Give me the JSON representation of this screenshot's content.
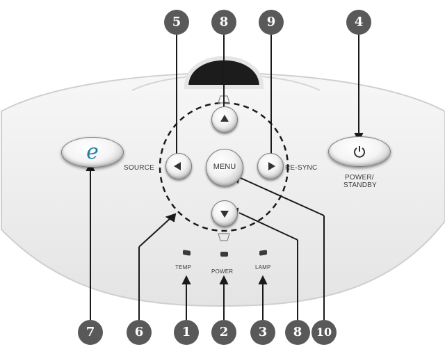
{
  "panel": {
    "buttons": {
      "e_symbol": "e",
      "menu": "MENU",
      "source": "SOURCE",
      "resync": "RE-SYNC",
      "power_line1": "POWER/",
      "power_line2": "STANDBY"
    },
    "indicators": [
      "TEMP",
      "POWER",
      "LAMP"
    ]
  },
  "callouts": [
    "1",
    "2",
    "3",
    "4",
    "5",
    "6",
    "7",
    "8",
    "9",
    "10"
  ]
}
